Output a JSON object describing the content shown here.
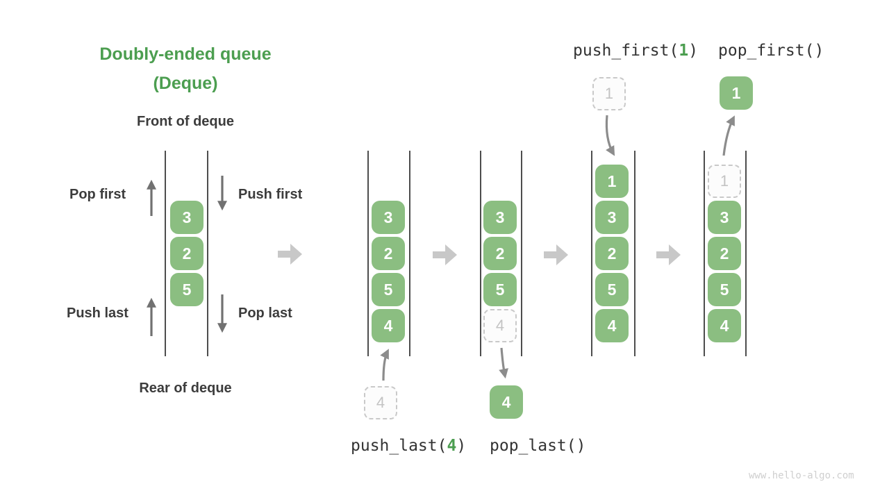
{
  "title": {
    "line1": "Doubly-ended queue",
    "line2": "(Deque)"
  },
  "front_label": "Front of deque",
  "rear_label": "Rear of deque",
  "side_labels": {
    "pop_first": "Pop first",
    "push_first": "Push first",
    "push_last": "Push last",
    "pop_last": "Pop last"
  },
  "operations": {
    "push_first": {
      "pre": "push_first(",
      "arg": "1",
      "post": ")"
    },
    "pop_first": "pop_first()",
    "push_last": {
      "pre": "push_last(",
      "arg": "4",
      "post": ")"
    },
    "pop_last": "pop_last()"
  },
  "stages": [
    {
      "name": "initial",
      "boxes": [
        {
          "value": "3"
        },
        {
          "value": "2"
        },
        {
          "value": "5"
        }
      ]
    },
    {
      "name": "push_last",
      "boxes": [
        {
          "value": "3"
        },
        {
          "value": "2"
        },
        {
          "value": "5"
        },
        {
          "value": "4"
        }
      ],
      "floating": {
        "value": "4",
        "style": "ghost"
      }
    },
    {
      "name": "pop_last",
      "boxes": [
        {
          "value": "3"
        },
        {
          "value": "2"
        },
        {
          "value": "5"
        },
        {
          "value": "4",
          "style": "ghost"
        }
      ],
      "floating": {
        "value": "4",
        "style": "solid"
      }
    },
    {
      "name": "push_first",
      "boxes": [
        {
          "value": "1"
        },
        {
          "value": "3"
        },
        {
          "value": "2"
        },
        {
          "value": "5"
        },
        {
          "value": "4"
        }
      ],
      "floating": {
        "value": "1",
        "style": "ghost"
      }
    },
    {
      "name": "pop_first",
      "boxes": [
        {
          "value": "1",
          "style": "ghost"
        },
        {
          "value": "3"
        },
        {
          "value": "2"
        },
        {
          "value": "5"
        },
        {
          "value": "4"
        }
      ],
      "floating": {
        "value": "1",
        "style": "solid"
      }
    }
  ],
  "colors": {
    "green_box": "#8BBE81",
    "green_text": "#4C9E50",
    "heading_text": "#3C3C3C",
    "mono_text": "#333333",
    "wall_line": "#4D4D4D",
    "ghost_border": "#C9C9C9",
    "ghost_text": "#C3C3C3",
    "small_arrow": "#717171",
    "curve_arrow": "#8C8C8C",
    "big_arrow": "#C8C8C8",
    "watermark": "#CFCFCF"
  },
  "watermark": "www.hello-algo.com"
}
